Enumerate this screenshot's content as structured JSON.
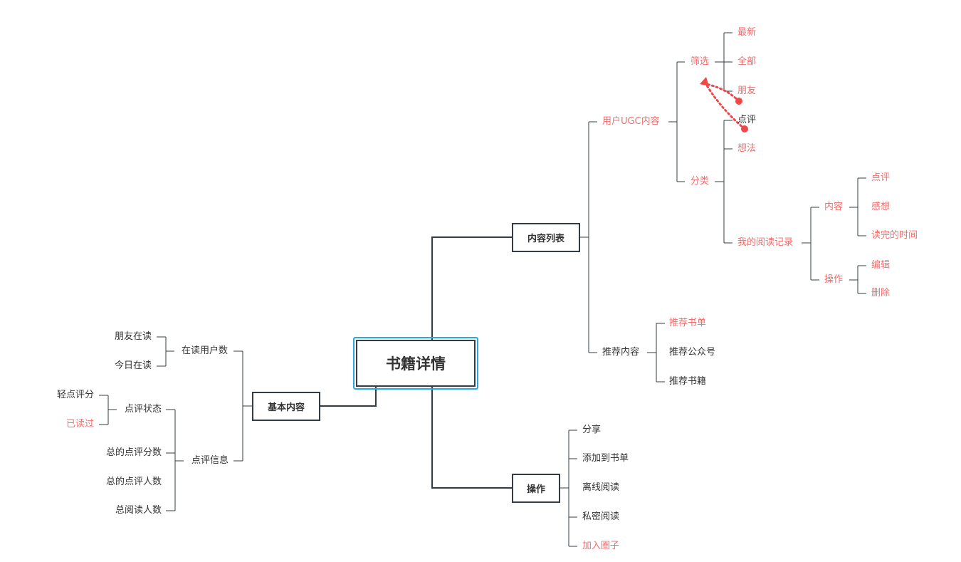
{
  "root": "书籍详情",
  "branches": {
    "content_list": "内容列表",
    "basic_content": "基本内容",
    "operations": "操作"
  },
  "content_list": {
    "ugc": "用户UGC内容",
    "filter": "筛选",
    "filter_items": [
      "最新",
      "全部",
      "朋友"
    ],
    "category": "分类",
    "category_items": [
      "点评",
      "想法"
    ],
    "reading_record": "我的阅读记录",
    "record_content": "内容",
    "record_content_items": [
      "点评",
      "感想",
      "读完的时间"
    ],
    "record_ops": "操作",
    "record_ops_items": [
      "编辑",
      "删除"
    ],
    "recommend": "推荐内容",
    "recommend_items": [
      "推荐书单",
      "推荐公众号",
      "推荐书籍"
    ]
  },
  "basic": {
    "readers": "在读用户数",
    "readers_items": [
      "朋友在读",
      "今日在读"
    ],
    "review_info": "点评信息",
    "review_status": "点评状态",
    "review_status_items": [
      "轻点评分",
      "已读过"
    ],
    "review_info_items": [
      "总的点评分数",
      "总的点评人数",
      "总阅读人数"
    ]
  },
  "operations": {
    "items": [
      "分享",
      "添加到书单",
      "离线阅读",
      "私密阅读",
      "加入圈子"
    ]
  },
  "colors": {
    "line": "#333c45",
    "highlight": "#f46b6b",
    "root_border": "#2ba8e0",
    "arrow": "#f04848"
  }
}
